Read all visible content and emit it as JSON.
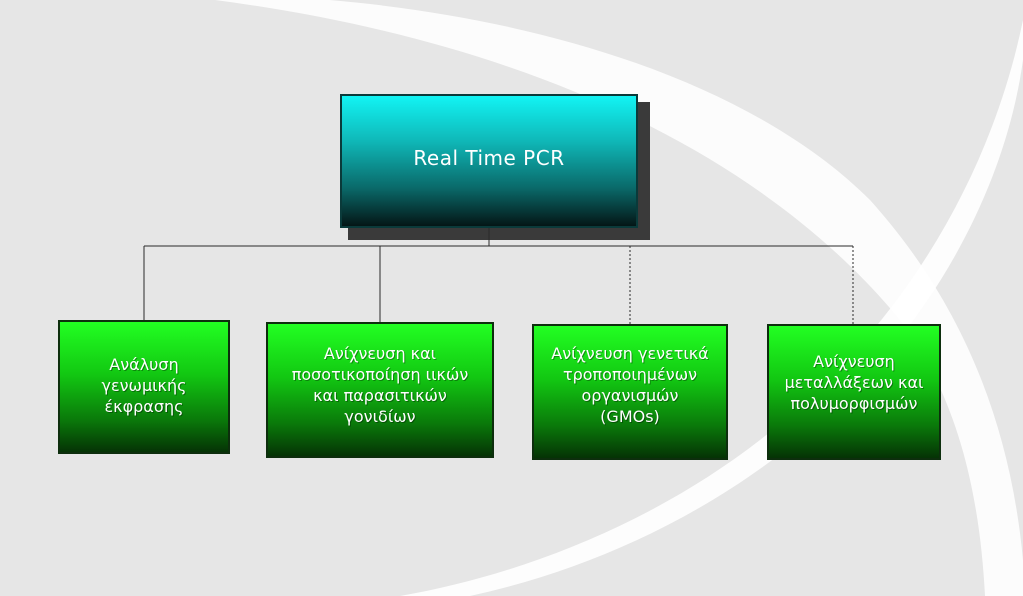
{
  "diagram": {
    "root": {
      "label": "Real Time PCR"
    },
    "children": [
      {
        "label": "Ανάλυση\nγενωμικής\nέκφρασης"
      },
      {
        "label": "Ανίχνευση και\nποσοτικοποίηση ιικών\nκαι παρασιτικών\nγονιδίων"
      },
      {
        "label": "Ανίχνευση γενετικά\nτροποποιημένων\nοργανισμών\n(GMOs)"
      },
      {
        "label": "Ανίχνευση\nμεταλλάξεων και\nπολυμορφισμών"
      }
    ]
  },
  "colors": {
    "background": "#e6e6e6",
    "root_top": "#12f4f4",
    "root_bottom": "#041616",
    "child_top": "#22ff22",
    "child_bottom": "#053305",
    "connector": "#2a2a2a"
  }
}
